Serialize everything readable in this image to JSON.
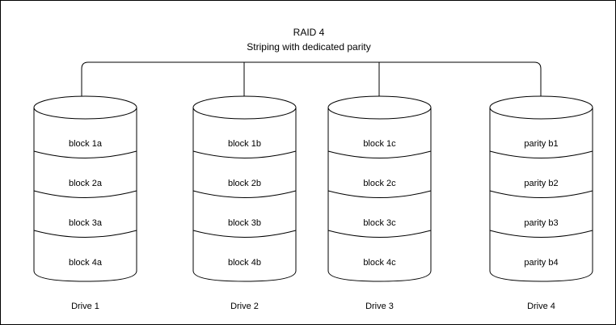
{
  "diagram": {
    "title_line1": "RAID 4",
    "title_line2": "Striping with dedicated parity",
    "stroke_color": "#000000",
    "fill_color": "#ffffff",
    "border_color": "#000000"
  },
  "drives": [
    {
      "label": "Drive 1",
      "blocks": [
        "block 1a",
        "block 2a",
        "block 3a",
        "block 4a"
      ]
    },
    {
      "label": "Drive 2",
      "blocks": [
        "block 1b",
        "block 2b",
        "block 3b",
        "block 4b"
      ]
    },
    {
      "label": "Drive 3",
      "blocks": [
        "block 1c",
        "block 2c",
        "block 3c",
        "block 4c"
      ]
    },
    {
      "label": "Drive 4",
      "blocks": [
        "parity b1",
        "parity b2",
        "parity b3",
        "parity b4"
      ]
    }
  ]
}
